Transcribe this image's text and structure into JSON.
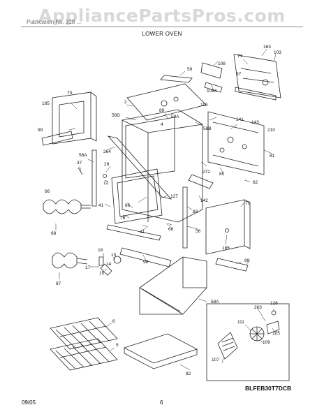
{
  "header": {
    "watermark": "AppliancePartsPros.com",
    "publication_line": "Publication No. 318 ... ",
    "section_title": "LOWER OVEN"
  },
  "diagram": {
    "model_code": "BLFEB30T7DCB",
    "part_numbers": [
      "163",
      "103",
      "71",
      "87",
      "59",
      "108",
      "108A",
      "119",
      "141",
      "143",
      "210",
      "70",
      "185",
      "99",
      "58D",
      "89",
      "59A",
      "2",
      "4",
      "58B",
      "81",
      "264",
      "56A",
      "37",
      "29",
      "12",
      "272",
      "80",
      "62",
      "66",
      "86",
      "127",
      "142",
      "83",
      "41",
      "76",
      "56",
      "70",
      "68",
      "41",
      "66",
      "185",
      "16",
      "10",
      "14",
      "17",
      "15",
      "98",
      "99",
      "87",
      "58A",
      "6",
      "5",
      "82",
      "126",
      "263",
      "111",
      "125",
      "109",
      "107"
    ]
  },
  "footer": {
    "date": "09/05",
    "page": "6"
  },
  "colors": {
    "line": "#222222",
    "watermark": "#d8d8d8"
  }
}
